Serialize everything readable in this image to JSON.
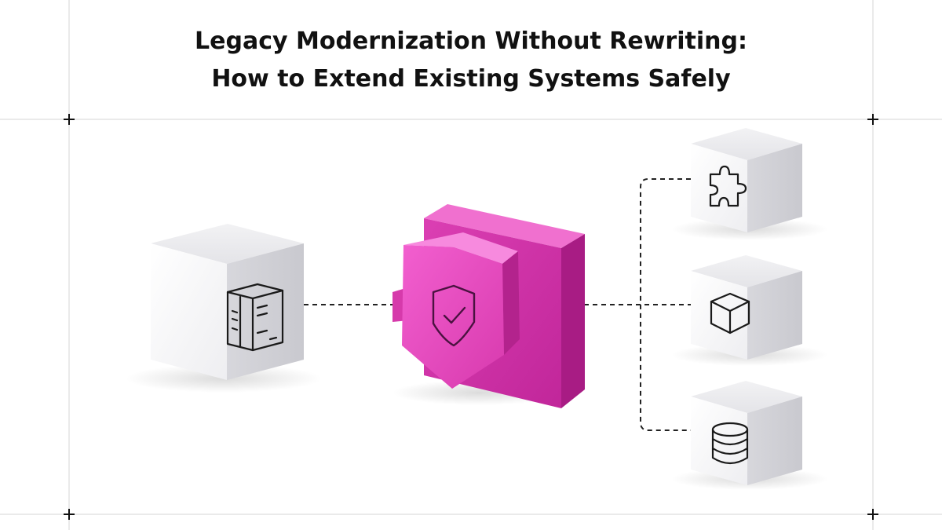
{
  "title": {
    "line1": "Legacy Modernization Without Rewriting:",
    "line2": "How to Extend Existing Systems Safely"
  },
  "colors": {
    "accent": "#e040b8",
    "cube_front": "#f4f4f6",
    "line": "#222222"
  },
  "nodes": [
    {
      "id": "legacy-system",
      "icon": "server-rack-icon"
    },
    {
      "id": "protection-layer",
      "icon": "shield-check-icon"
    },
    {
      "id": "module-plugin",
      "icon": "puzzle-piece-icon"
    },
    {
      "id": "module-component",
      "icon": "cube-icon"
    },
    {
      "id": "module-database",
      "icon": "database-icon"
    }
  ]
}
